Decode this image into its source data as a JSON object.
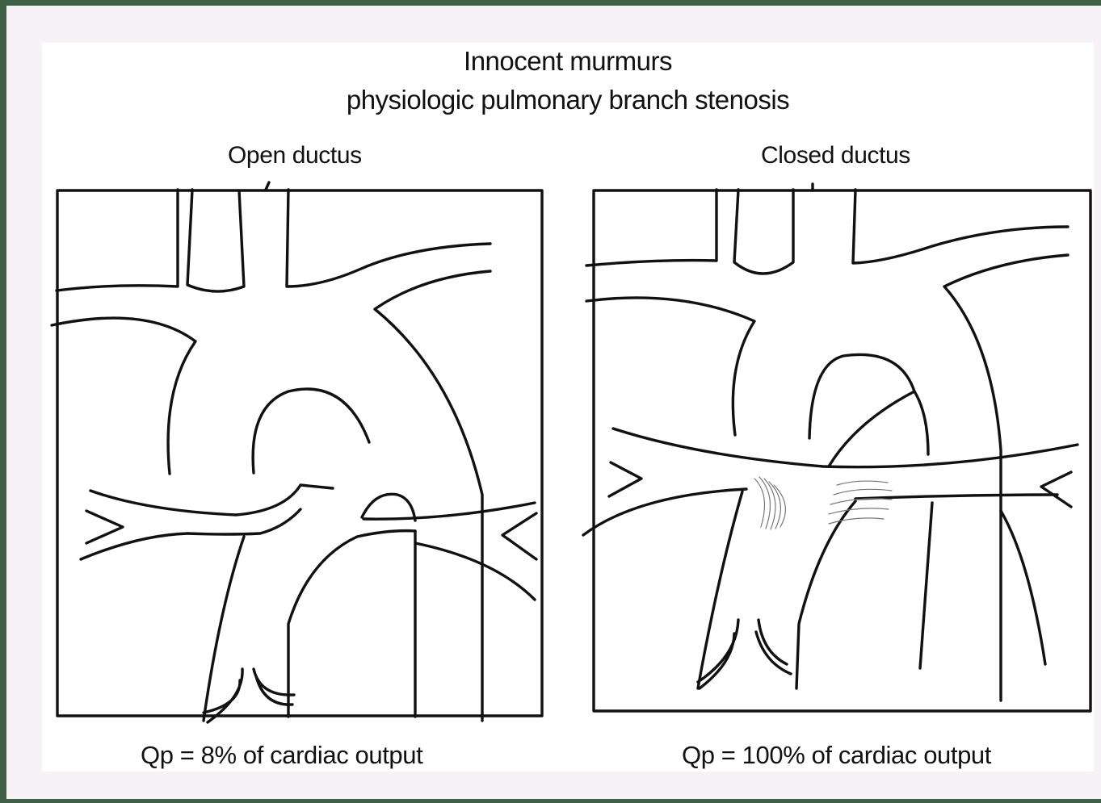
{
  "title": {
    "line1": "Innocent murmurs",
    "line2": "physiologic pulmonary branch stenosis"
  },
  "panels": [
    {
      "label": "Open ductus",
      "caption": "Qp = 8% of cardiac output"
    },
    {
      "label": "Closed ductus",
      "caption": "Qp = 100% of cardiac output"
    }
  ],
  "colors": {
    "outer": "#3f5f46",
    "frame": "#f6f2f6",
    "panel": "#ffffff",
    "ink": "#111111"
  }
}
